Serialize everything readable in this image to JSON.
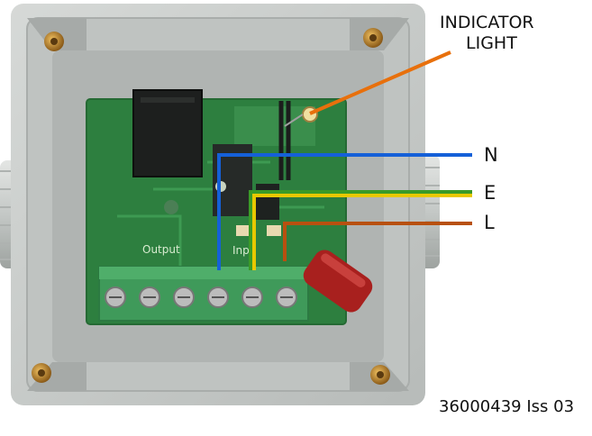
{
  "labels": {
    "indicator_line1": "INDICATOR",
    "indicator_line2": "LIGHT",
    "neutral": "N",
    "earth": "E",
    "live": "L",
    "reference": "36000439  Iss 03"
  },
  "pcb_text": {
    "output": "Output",
    "input": "Inp"
  },
  "colors": {
    "neutral_wire": "#1560d8",
    "earth_green": "#3a9a28",
    "earth_yellow": "#e8c800",
    "live_wire": "#b85010",
    "indicator_leader": "#e8700c",
    "pcb": "#2d7f3f",
    "enclosure": "#c7cbc9",
    "terminal_block": "#3f9a5a",
    "capacitor": "#a8201e"
  },
  "icons": [
    "junction-box-photo",
    "relay-icon",
    "terminal-screw-icon",
    "capacitor-icon",
    "led-icon",
    "brass-insert-icon",
    "cable-gland-icon"
  ]
}
